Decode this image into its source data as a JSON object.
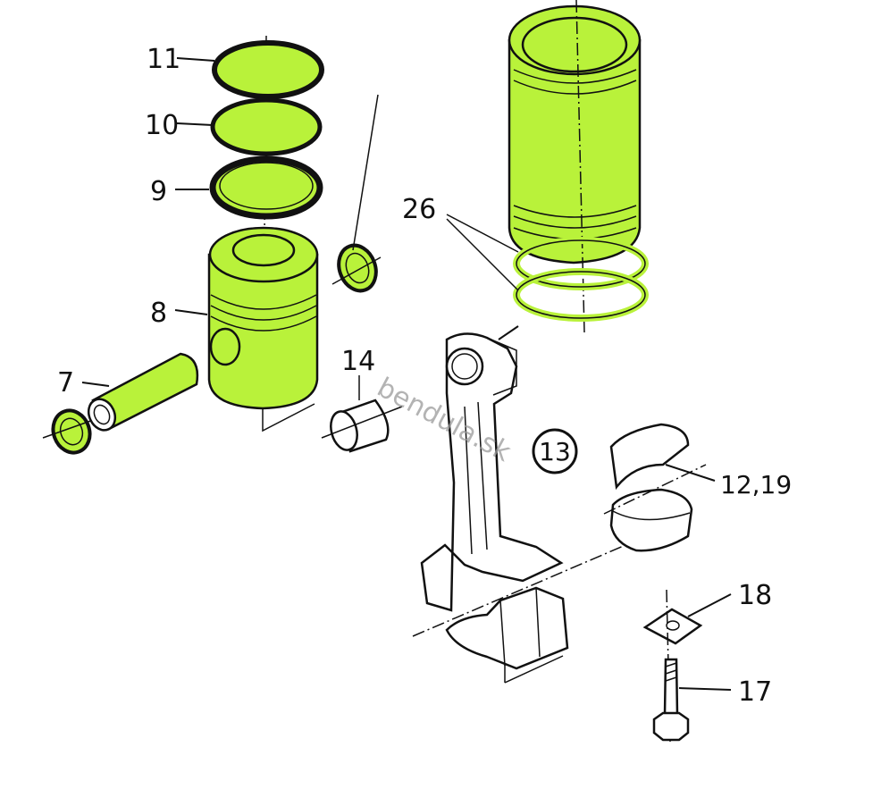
{
  "labels": {
    "p11": "11",
    "p10": "10",
    "p9": "9",
    "p8": "8",
    "p7": "7",
    "p14": "14",
    "p26": "26",
    "p13": "13",
    "p12_19": "12,19",
    "p18": "18",
    "p17": "17"
  },
  "watermark": "bendula.sk",
  "colors": {
    "highlight": "#b9f23a",
    "ink": "#111111",
    "paper": "#ffffff"
  }
}
